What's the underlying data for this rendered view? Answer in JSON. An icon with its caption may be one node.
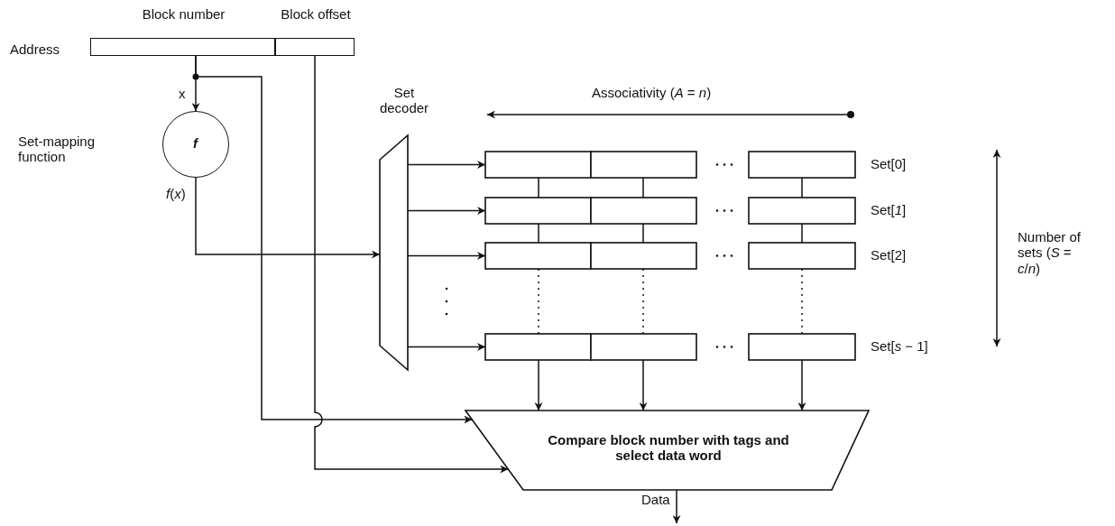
{
  "diagram": {
    "nodes": [
      {
        "text": [
          "Block number"
        ],
        "beside": [
          "Address"
        ]
      },
      {
        "text": [
          "Block offset"
        ]
      },
      {
        "text": [
          "f"
        ]
      },
      {
        "text": [
          "Set decoder"
        ]
      },
      {
        "text": [],
        "shape": "box",
        "beside": [
          "Set[0]"
        ]
      },
      {
        "text": [],
        "shape": "box",
        "beside": [
          "Set[*1*]"
        ]
      },
      {
        "text": [],
        "shape": "box",
        "beside": [
          "Set[2]"
        ]
      },
      {
        "text": [],
        "shape": "box",
        "beside": [
          "Set[*s* − 1]"
        ]
      },
      {
        "text": [
          "Compare block number with tags and select data word"
        ]
      }
    ],
    "edges": [
      {
        "from": 0,
        "to": 2,
        "arrow": "to",
        "label": "x"
      },
      {
        "from": 0,
        "to": 8,
        "arrow": "to"
      },
      {
        "from": 1,
        "to": 8,
        "arrow": "to"
      },
      {
        "from": 2,
        "to": 3,
        "arrow": "to",
        "label": "*f*(*x*)"
      },
      {
        "from": 3,
        "to": 4,
        "arrow": "to"
      },
      {
        "from": 3,
        "to": 5,
        "arrow": "to"
      },
      {
        "from": 3,
        "to": 6,
        "arrow": "to"
      },
      {
        "from": 3,
        "to": 7,
        "arrow": "to"
      },
      {
        "from": 4,
        "to": 5,
        "arrow": "none"
      },
      {
        "from": 4,
        "to": 5,
        "arrow": "none"
      },
      {
        "from": 4,
        "to": 5,
        "arrow": "none"
      },
      {
        "from": 5,
        "to": 6,
        "arrow": "none"
      },
      {
        "from": 5,
        "to": 6,
        "arrow": "none"
      },
      {
        "from": 5,
        "to": 6,
        "arrow": "none"
      },
      {
        "from": 6,
        "to": 7,
        "arrow": "none",
        "style": "dashed"
      },
      {
        "from": 6,
        "to": 7,
        "arrow": "none",
        "style": "dashed"
      },
      {
        "from": 6,
        "to": 7,
        "arrow": "none",
        "style": "dashed"
      },
      {
        "from": 7,
        "to": 8,
        "arrow": "to"
      },
      {
        "from": 7,
        "to": 8,
        "arrow": "to"
      },
      {
        "from": 7,
        "to": 8,
        "arrow": "to"
      },
      {
        "from": 8,
        "to": null,
        "arrow": "to",
        "label": "Data"
      }
    ],
    "labels": [
      "Set-mapping function",
      "Associativity (*A* = *n*)",
      "Number of sets (*S* = *c*/*n*)"
    ]
  }
}
